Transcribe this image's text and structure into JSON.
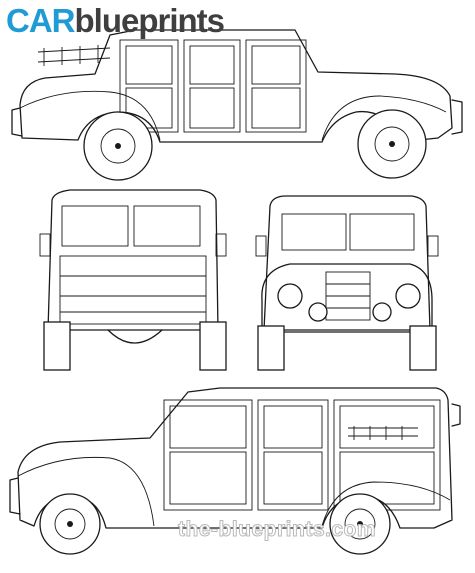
{
  "logo": {
    "part1": "CAR",
    "part2": "blueprints"
  },
  "watermark": {
    "text": "the-blueprints.com"
  },
  "colors": {
    "logo_accent": "#1f9bd6",
    "logo_dark": "#3f3f3f",
    "line": "#1a1a1a",
    "watermark_outline": "#b9b9b9"
  },
  "views": [
    "side-view-top",
    "rear-view",
    "front-view",
    "side-view-bottom"
  ]
}
